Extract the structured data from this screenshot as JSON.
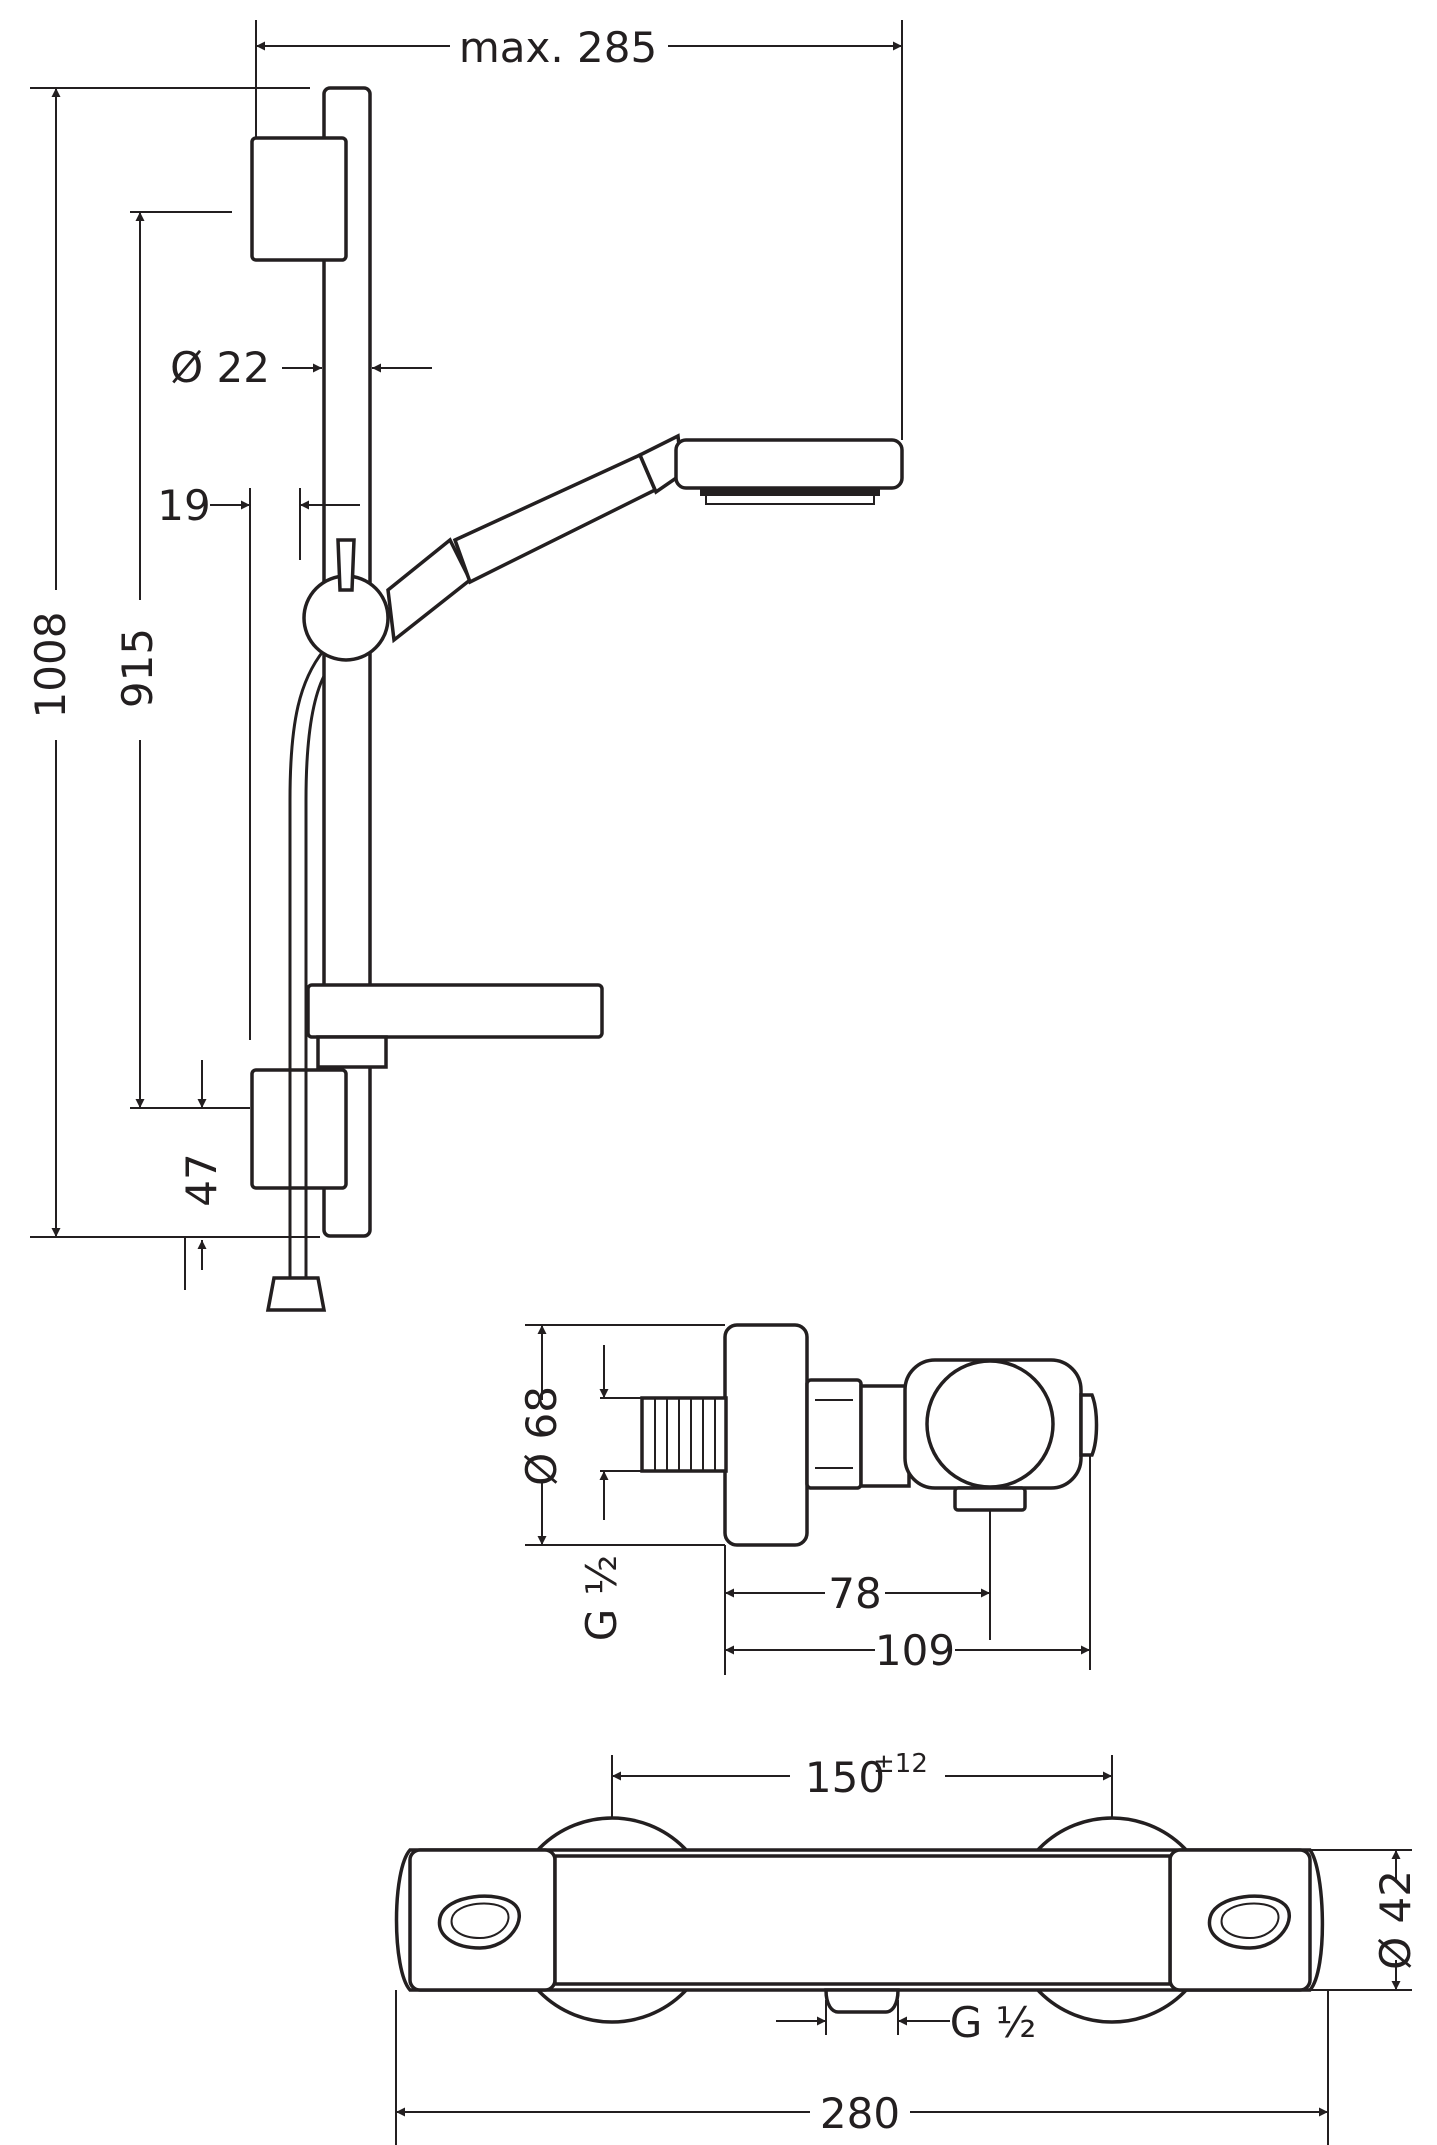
{
  "dimensions": {
    "max_reach": "max. 285",
    "total_height": "1008",
    "bar_height": "915",
    "rail_diameter": "Ø 22",
    "wall_distance": "19",
    "bottom_offset": "47",
    "connection_diameter": "Ø 68",
    "thread_left": "G ½",
    "depth_78": "78",
    "depth_109": "109",
    "center_distance": "150",
    "center_tolerance": "±12",
    "body_diameter": "Ø 42",
    "thread_bottom": "G ½",
    "total_width": "280"
  }
}
